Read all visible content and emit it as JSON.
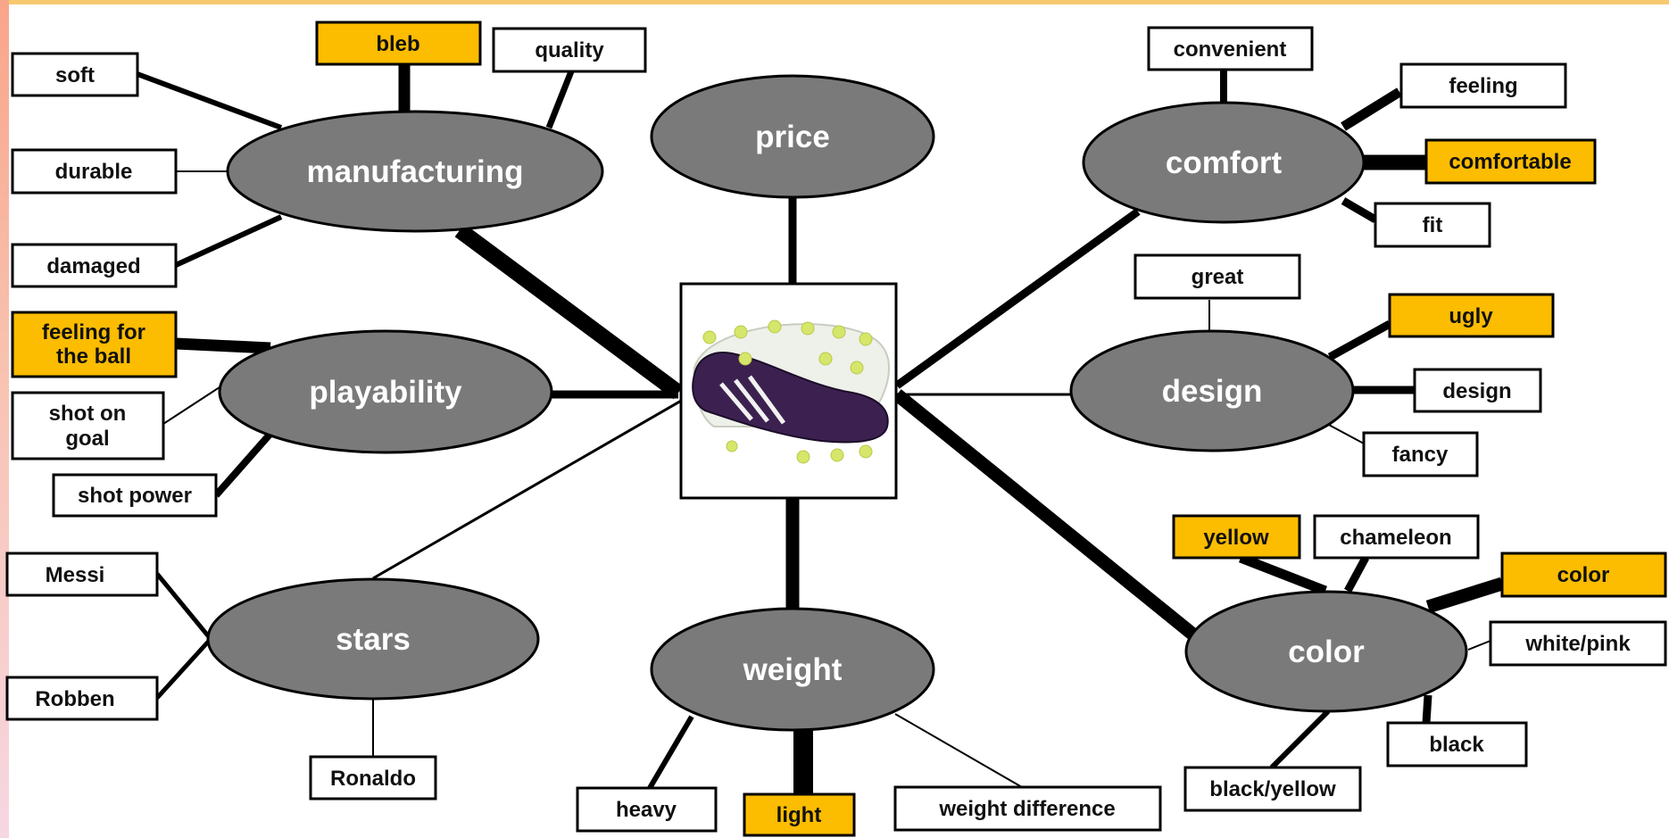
{
  "colors": {
    "node_fill": "#7a7a7a",
    "highlight_fill": "#fcbc00",
    "plain_fill": "#ffffff",
    "line": "#000000"
  },
  "center": {
    "image": "soccer-shoe-image"
  },
  "nodes": {
    "price": "price",
    "manufacturing": "manufacturing",
    "comfort": "comfort",
    "playability": "playability",
    "design": "design",
    "stars": "stars",
    "weight": "weight",
    "color": "color"
  },
  "labels": {
    "bleb": "bleb",
    "quality": "quality",
    "soft": "soft",
    "durable": "durable",
    "damaged": "damaged",
    "feeling_for_ball_1": "feeling for",
    "feeling_for_ball_2": "the ball",
    "shot_on_goal_1": "shot on",
    "shot_on_goal_2": "goal",
    "shot_power": "shot power",
    "messi": "Messi",
    "robben": "Robben",
    "ronaldo": "Ronaldo",
    "heavy": "heavy",
    "light": "light",
    "weight_difference": "weight difference",
    "convenient": "convenient",
    "feeling": "feeling",
    "comfortable": "comfortable",
    "fit": "fit",
    "great": "great",
    "ugly": "ugly",
    "design_box": "design",
    "fancy": "fancy",
    "yellow": "yellow",
    "chameleon": "chameleon",
    "color_box": "color",
    "white_pink": "white/pink",
    "black": "black",
    "black_yellow": "black/yellow"
  }
}
